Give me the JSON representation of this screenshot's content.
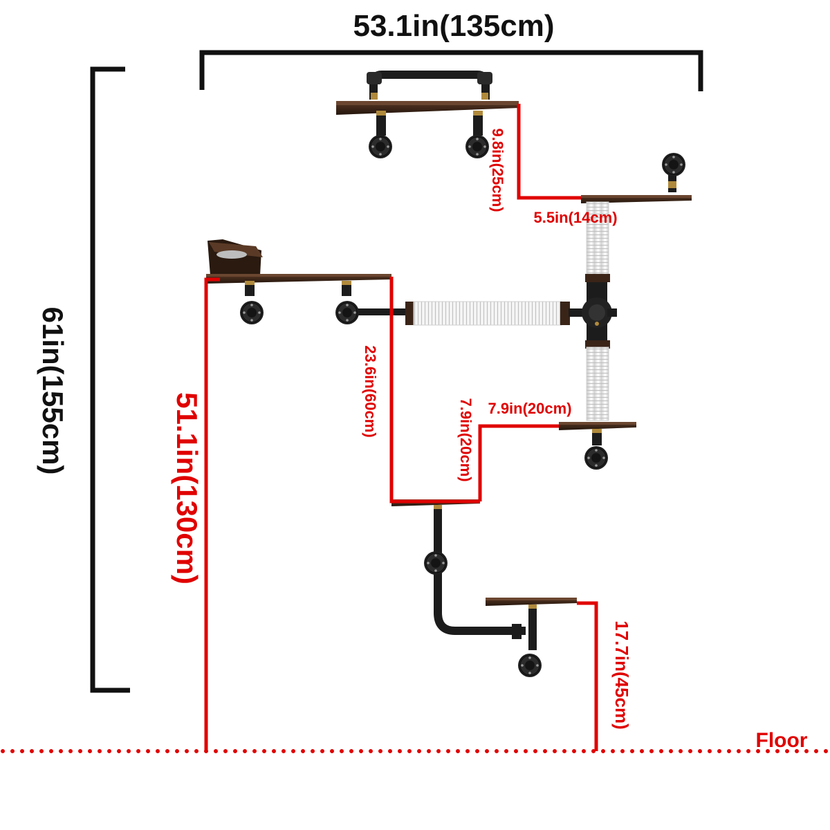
{
  "dimensions": {
    "overall_width": "53.1in(135cm)",
    "overall_height": "61in(155cm)",
    "top_shelf_height_from_floor": "51.1in(130cm)",
    "step_top_vertical": "9.8in(25cm)",
    "step_top_horizontal": "5.5in(14cm)",
    "step_mid_vertical": "23.6in(60cm)",
    "step_low_vertical": "7.9in(20cm)",
    "step_low_horizontal": "7.9in(20cm)",
    "bottom_shelf_height_from_floor": "17.7in(45cm)"
  },
  "floor_label": "Floor",
  "colors": {
    "dimension_red": "#e00000",
    "dimension_black": "#111111",
    "shelf_wood": "#3a2418",
    "pipe_black": "#1c1c1c",
    "brass_fitting": "#b08a3c",
    "sisal_post": "#f2f2f2"
  }
}
